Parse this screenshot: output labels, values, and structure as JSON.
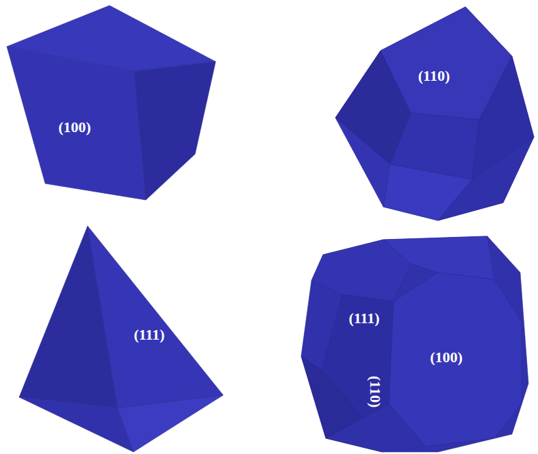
{
  "diagram": {
    "labels": [
      "(100)",
      "(110)",
      "(111)",
      "(111)",
      "(100)",
      "(110)"
    ]
  }
}
